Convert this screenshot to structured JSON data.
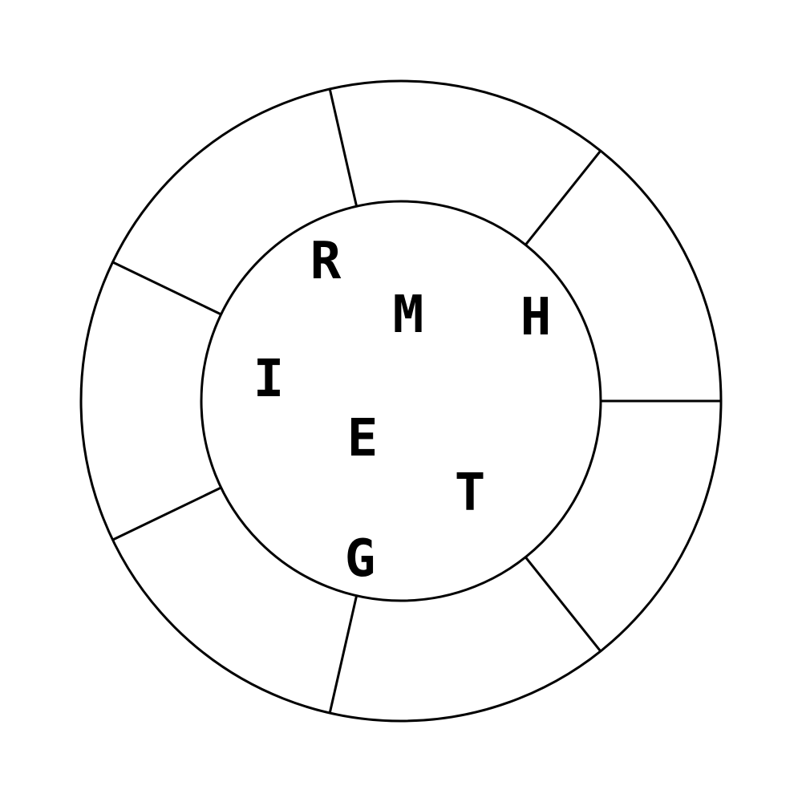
{
  "puzzle": {
    "letters": [
      "R",
      "M",
      "H",
      "I",
      "E",
      "T",
      "G"
    ],
    "answer_slots": 7,
    "colors": {
      "background": "#ffffff",
      "ink": "#000000"
    }
  }
}
